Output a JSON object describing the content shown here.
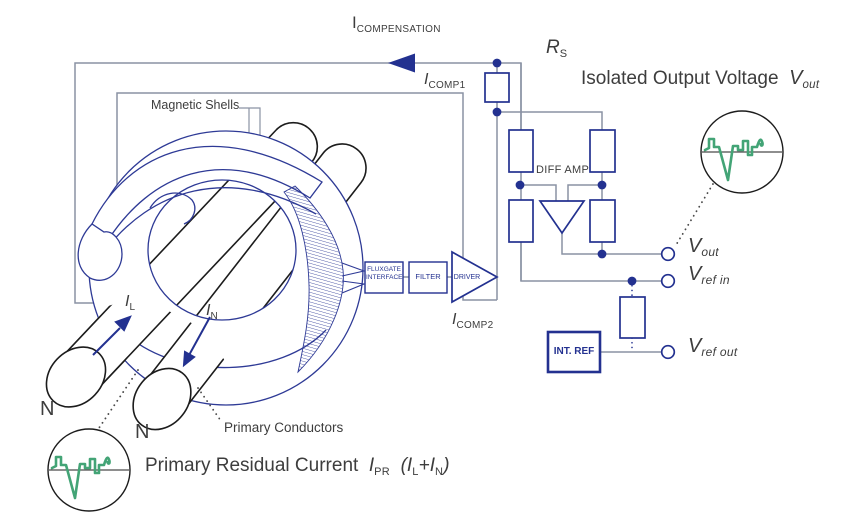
{
  "palette": {
    "navy": "#233190",
    "wire_gray": "#8a92a4",
    "torus_blue": "#2e3a96",
    "waveform_green": "#43a476",
    "ink": "#3d3d3d",
    "black": "#1c1c1c"
  },
  "labels": {
    "i_compensation": {
      "base": "I",
      "sub": "COMPENSATION"
    },
    "i_comp1": {
      "base": "I",
      "sub": "COMP1"
    },
    "i_comp2": {
      "base": "I",
      "sub": "COMP2"
    },
    "r_s": {
      "base": "R",
      "sub": "S"
    },
    "isolated_output": {
      "text": "Isolated Output Voltage",
      "v": "V",
      "sub": "out"
    },
    "v_out": {
      "base": "V",
      "sub": "out"
    },
    "v_ref_in": {
      "base": "V",
      "sub": "ref in"
    },
    "v_ref_out": {
      "base": "V",
      "sub": "ref out"
    },
    "diff_amp": "DIFF AMP",
    "int_ref": "INT. REF",
    "fluxgate_line1": "FLUXGATE",
    "fluxgate_line2": "INTERFACE",
    "filter": "FILTER",
    "driver": "DRIVER",
    "magnetic_shells": "Magnetic Shells",
    "primary_conductors": "Primary Conductors",
    "i_l": {
      "base": "I",
      "sub": "L"
    },
    "i_n": {
      "base": "I",
      "sub": "N"
    },
    "n_left": "N",
    "n_right": "N",
    "primary_residual": {
      "text": "Primary Residual Current",
      "i": "I",
      "i_sub": "PR",
      "open": "(",
      "i1": "I",
      "i1_sub": "L",
      "plus": "+",
      "i2": "I",
      "i2_sub": "N",
      "close": ")"
    }
  }
}
